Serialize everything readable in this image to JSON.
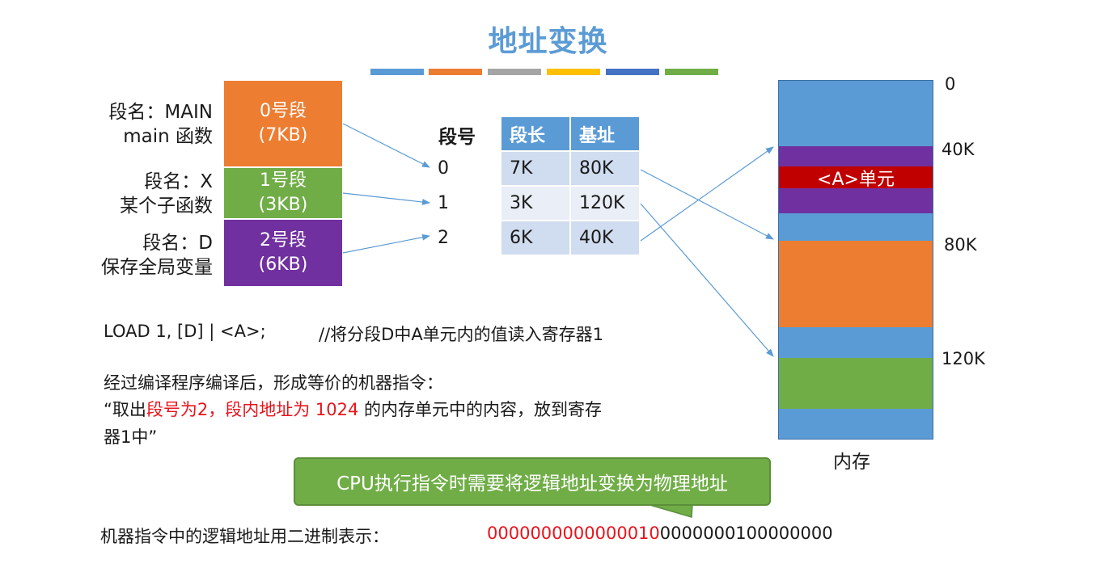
{
  "title": "地址变换",
  "color_bars": [
    "#5b9bd5",
    "#ed7d31",
    "#a5a5a5",
    "#ffc000",
    "#4472c4",
    "#70ad47"
  ],
  "segments": [
    {
      "label_line1": "段名：MAIN",
      "label_line2": "main 函数",
      "name": "0号段",
      "size": "(7KB)",
      "color": "#ed7d31"
    },
    {
      "label_line1": "段名：X",
      "label_line2": "某个子函数",
      "name": "1号段",
      "size": "(3KB)",
      "color": "#70ad47"
    },
    {
      "label_line1": "段名：D",
      "label_line2": "保存全局变量",
      "name": "2号段",
      "size": "(6KB)",
      "color": "#7030a0"
    }
  ],
  "seg_table": {
    "segno_header": "段号",
    "headers": [
      "段长",
      "基址"
    ],
    "rows": [
      {
        "segno": "0",
        "length": "7K",
        "base": "80K"
      },
      {
        "segno": "1",
        "length": "3K",
        "base": "120K"
      },
      {
        "segno": "2",
        "length": "6K",
        "base": "40K"
      }
    ]
  },
  "memory": {
    "label": "内存",
    "ticks": [
      "0",
      "40K",
      "80K",
      "120K"
    ],
    "unit_label": "<A>单元",
    "colors": {
      "blue": "#5b9bd5",
      "purple": "#7030a0",
      "red": "#c00000",
      "orange": "#ed7d31",
      "green": "#70ad47"
    }
  },
  "text": {
    "instruction": "LOAD 1, [D] | <A>;",
    "instruction_comment": "//将分段D中A单元内的值读入寄存器1",
    "compiled_line1": "经过编译程序编译后，形成等价的机器指令：",
    "compiled_line2_a": "“取出",
    "compiled_line2_red1": "段号为2，段内地址为 1024",
    "compiled_line2_b": " 的内存单元中的内容，放到寄存",
    "compiled_line3": "器1中”",
    "callout": "CPU执行指令时需要将逻辑地址变换为物理地址",
    "binary_label": "机器指令中的逻辑地址用二进制表示：",
    "binary_red": "0000000000000010",
    "binary_black": "0000000100000000"
  }
}
